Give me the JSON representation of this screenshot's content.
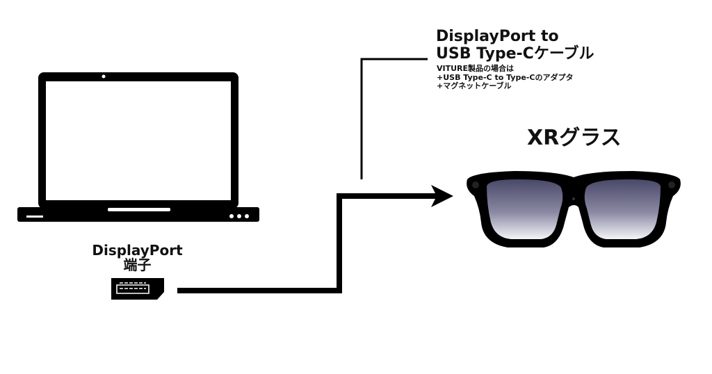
{
  "cable": {
    "title_line1": "DisplayPort to",
    "title_line2": "USB Type-Cケーブル",
    "note_line1": "VITURE製品の場合は",
    "note_line2": "+USB Type-C to Type-Cのアダプタ",
    "note_line3": "+マグネットケーブル"
  },
  "glasses": {
    "label": "XRグラス"
  },
  "port": {
    "label_line1": "DisplayPort",
    "label_line2": "端子"
  },
  "colors": {
    "ink": "#000000",
    "lens_top": "#4a4868",
    "lens_bottom": "#f4f4f8"
  }
}
